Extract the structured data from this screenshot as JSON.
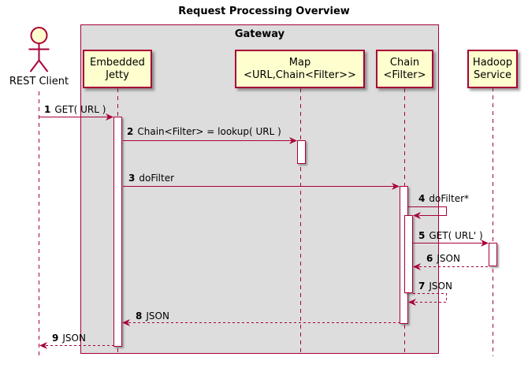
{
  "title": "Request Processing Overview",
  "frame": {
    "label": "Gateway"
  },
  "actor": {
    "label": "REST Client"
  },
  "participants": [
    {
      "id": "embedded-jetty",
      "line1": "Embedded",
      "line2": "Jetty"
    },
    {
      "id": "map",
      "line1": "Map",
      "line2": "<URL,Chain<Filter>>"
    },
    {
      "id": "chain",
      "line1": "Chain",
      "line2": "<Filter>"
    },
    {
      "id": "hadoop-service",
      "line1": "Hadoop",
      "line2": "Service"
    }
  ],
  "messages": [
    {
      "num": "1",
      "text": "GET( URL )",
      "from": "REST Client",
      "to": "Embedded Jetty",
      "kind": "sync"
    },
    {
      "num": "2",
      "text": "Chain<Filter> = lookup( URL )",
      "from": "Embedded Jetty",
      "to": "Map <URL,Chain<Filter>>",
      "kind": "sync"
    },
    {
      "num": "3",
      "text": "doFilter",
      "from": "Embedded Jetty",
      "to": "Chain <Filter>",
      "kind": "sync"
    },
    {
      "num": "4",
      "text": "doFilter*",
      "from": "Chain <Filter>",
      "to": "Chain <Filter>",
      "kind": "self"
    },
    {
      "num": "5",
      "text": "GET( URL' )",
      "from": "Chain <Filter>",
      "to": "Hadoop Service",
      "kind": "sync"
    },
    {
      "num": "6",
      "text": "JSON",
      "from": "Hadoop Service",
      "to": "Chain <Filter>",
      "kind": "return"
    },
    {
      "num": "7",
      "text": "JSON",
      "from": "Chain <Filter>",
      "to": "Chain <Filter>",
      "kind": "self-return"
    },
    {
      "num": "8",
      "text": "JSON",
      "from": "Chain <Filter>",
      "to": "Embedded Jetty",
      "kind": "return"
    },
    {
      "num": "9",
      "text": "JSON",
      "from": "Embedded Jetty",
      "to": "REST Client",
      "kind": "return"
    }
  ],
  "colors": {
    "line": "#A80036",
    "participant_fill": "#FEFECE",
    "frame_fill": "#DDDDDD",
    "text": "#000000",
    "background": "#FFFFFF"
  }
}
